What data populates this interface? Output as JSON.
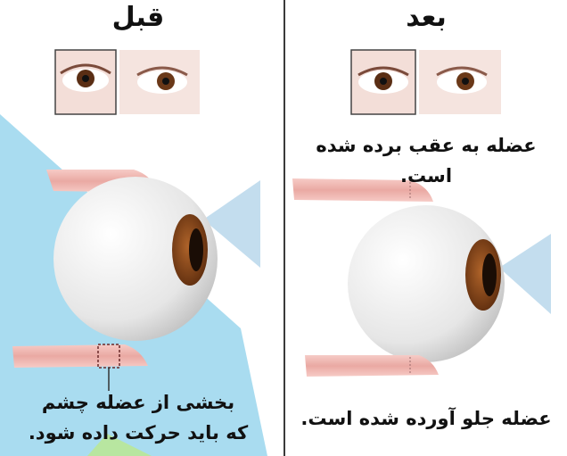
{
  "before": {
    "title": "قبل",
    "caption_line1": "بخشی از عضله چشم",
    "caption_line2": "که باید حرکت داده شود."
  },
  "after": {
    "title": "بعد",
    "caption_top": "عضله به عقب برده شده است.",
    "caption_bottom": "عضله جلو آورده شده است."
  },
  "colors": {
    "muscle": "#f0b9b5",
    "sclera": "#ececec",
    "iris": "#8a4a1e",
    "pupil": "#1a0d05",
    "sky_shape": "#a9dcf0",
    "cornea": "#bcd9ec",
    "divider": "#3a3a3a"
  }
}
